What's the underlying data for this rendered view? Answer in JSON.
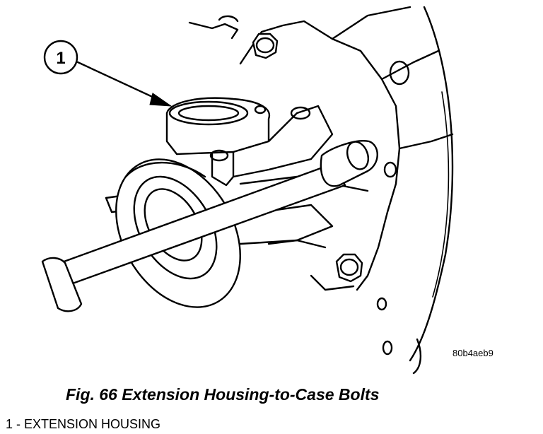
{
  "figure": {
    "callout": "1",
    "image_code": "80b4aeb9",
    "caption": "Fig. 66 Extension Housing-to-Case Bolts",
    "legend": [
      {
        "text": "1 - EXTENSION HOUSING"
      }
    ]
  }
}
